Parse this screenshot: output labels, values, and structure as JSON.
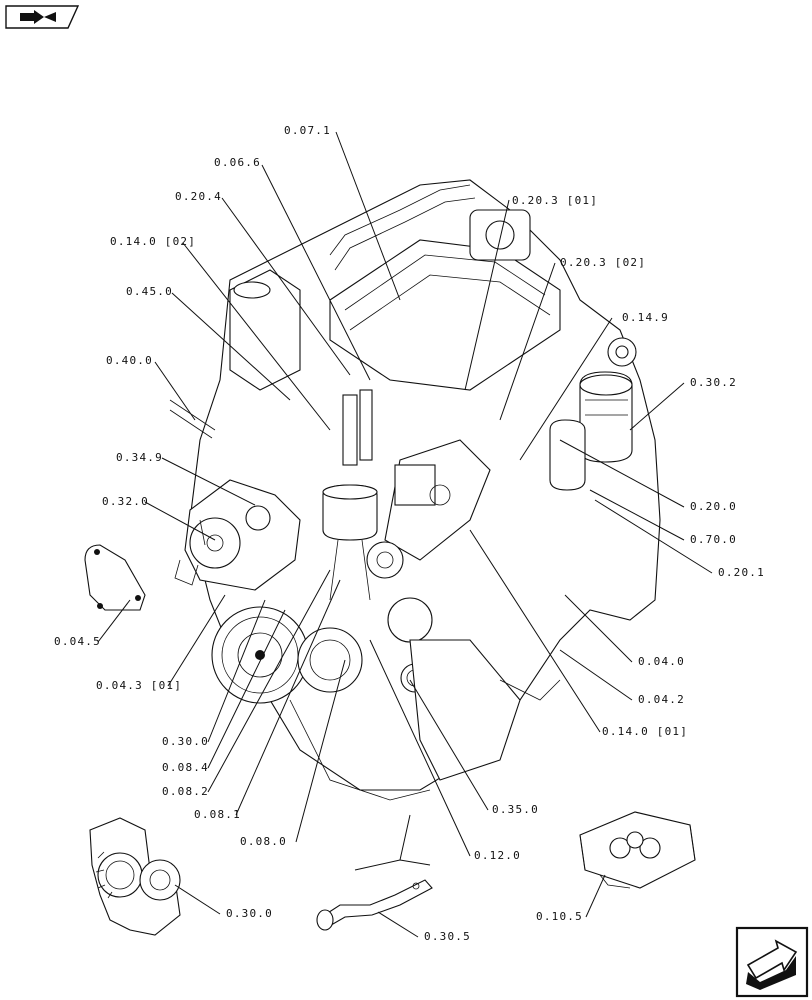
{
  "nav": {
    "back_icon": "book-arrow-icon",
    "next_icon": "next-page-arrow-icon"
  },
  "callouts": [
    "0.07.1",
    "0.06.6",
    "0.20.4",
    "0.20.3 [01]",
    "0.14.0 [02]",
    "0.20.3 [02]",
    "0.45.0",
    "0.14.9",
    "0.40.0",
    "0.30.2",
    "0.34.9",
    "0.32.0",
    "0.20.0",
    "0.70.0",
    "0.20.1",
    "0.04.5",
    "0.04.0",
    "0.04.3 [01]",
    "0.04.2",
    "0.14.0 [01]",
    "0.30.0",
    "0.08.4",
    "0.08.2",
    "0.08.1",
    "0.35.0",
    "0.08.0",
    "0.12.0",
    "0.30.0",
    "0.10.5",
    "0.30.5"
  ]
}
